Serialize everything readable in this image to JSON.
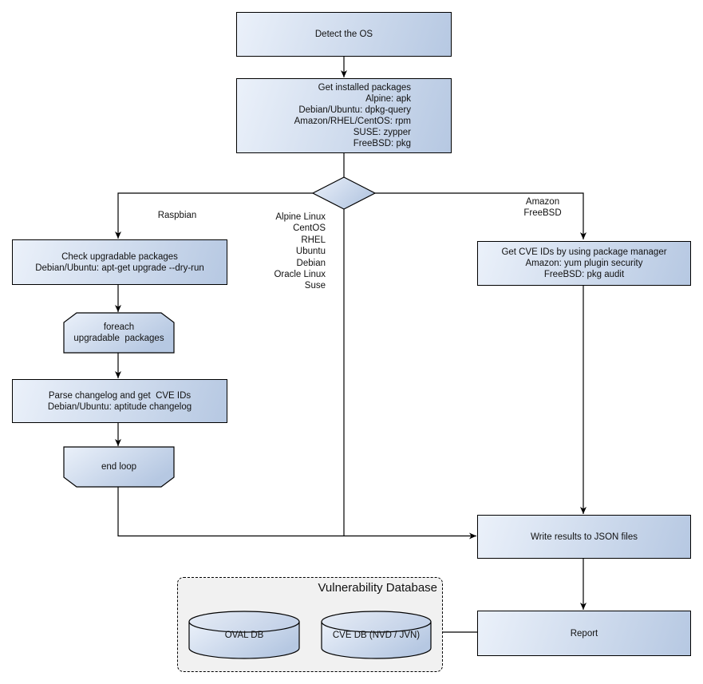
{
  "colors": {
    "node_gradient_light": "#ebf1fa",
    "node_gradient_dark": "#b6c8e2",
    "container_fill": "#f1f1f1",
    "stroke": "#000000",
    "text": "#111111",
    "background": "#ffffff"
  },
  "nodes": {
    "detect_os": {
      "lines": [
        "Detect the OS"
      ]
    },
    "get_installed_packages": {
      "lines": [
        "Get installed packages",
        "Alpine: apk",
        "Debian/Ubuntu: dpkg-query",
        "Amazon/RHEL/CentOS: rpm",
        "SUSE: zypper",
        "FreeBSD: pkg"
      ]
    },
    "check_upgradable": {
      "lines": [
        "Check upgradable packages",
        "Debian/Ubuntu: apt-get upgrade --dry-run"
      ]
    },
    "foreach_loop": {
      "lines": [
        "foreach",
        "upgradable  packages"
      ]
    },
    "parse_changelog": {
      "lines": [
        "Parse changelog and get  CVE IDs",
        "Debian/Ubuntu: aptitude changelog"
      ]
    },
    "end_loop": {
      "lines": [
        "end loop"
      ]
    },
    "get_cve_ids": {
      "lines": [
        "Get CVE IDs by using package manager",
        "Amazon: yum plugin security",
        "FreeBSD: pkg audit"
      ]
    },
    "write_results": {
      "lines": [
        "Write results to JSON files"
      ]
    },
    "report": {
      "lines": [
        "Report"
      ]
    },
    "oval_db": {
      "label": "OVAL DB"
    },
    "cve_db": {
      "label": "CVE DB (NVD / JVN)"
    },
    "vuln_db_container": {
      "title": "Vulnerability Database"
    }
  },
  "edge_labels": {
    "raspbian": "Raspbian",
    "os_list": [
      "Alpine Linux",
      "CentOS",
      "RHEL",
      "Ubuntu",
      "Debian",
      "Oracle Linux",
      "Suse"
    ],
    "amazon": "Amazon",
    "freebsd": "FreeBSD"
  }
}
